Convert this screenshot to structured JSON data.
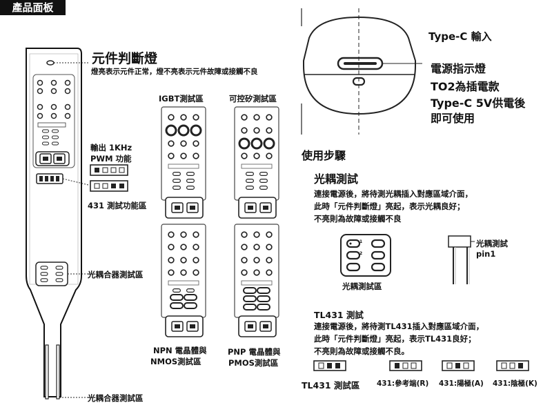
{
  "header": {
    "title": "產品面板"
  },
  "panel": {
    "component_led_title": "元件判斷燈",
    "component_led_desc": "燈亮表示元件正常，燈不亮表示元件故障或接觸不良",
    "pwm_label_line1": "輸出 1KHz",
    "pwm_label_line2": "PWM 功能",
    "tl431_area_label": "431 測試功能區",
    "optocoupler_area_label": "光耦合器測試區",
    "optocoupler_probe_label": "光耦合器測試區"
  },
  "sockets": {
    "igbt": "IGBT測試區",
    "scr": "可控矽測試區",
    "npn_line1": "NPN 電晶體與",
    "npn_line2": "NMOS測試區",
    "pnp_line1": "PNP 電晶體與",
    "pnp_line2": "PMOS測試區"
  },
  "typec": {
    "input": "Type-C 輸入",
    "power_led": "電源指示燈",
    "note1": "TO2為插電款",
    "note2": "Type-C 5V供電後",
    "note3": "即可使用"
  },
  "usage": {
    "title": "使用步驟",
    "opto_title": "光耦測試",
    "opto_line1": "連接電源後，將待測光耦插入對應區域介面，",
    "opto_line2": "此時「元件判斷燈」亮起，表示光耦良好；",
    "opto_line3": "不亮則為故障或接觸不良",
    "opto_socket_label": "光耦測試區",
    "opto_pin_label1": "光耦測試",
    "opto_pin_label2": "pin1",
    "opto_pin_numbers": [
      "1",
      "2"
    ],
    "tl431_title": "TL431 測試",
    "tl431_line1": "連接電源後，將待測TL431插入對應區域介面，",
    "tl431_line2": "此時「元件判斷燈」亮起，表示TL431良好；",
    "tl431_line3": "不亮則為故障或接觸不良。",
    "tl431_area_label": "TL431 測試區",
    "pin_ref": "431:參考端(R)",
    "pin_anode": "431:陽極(A)",
    "pin_cathode": "431:陰極(K)"
  }
}
